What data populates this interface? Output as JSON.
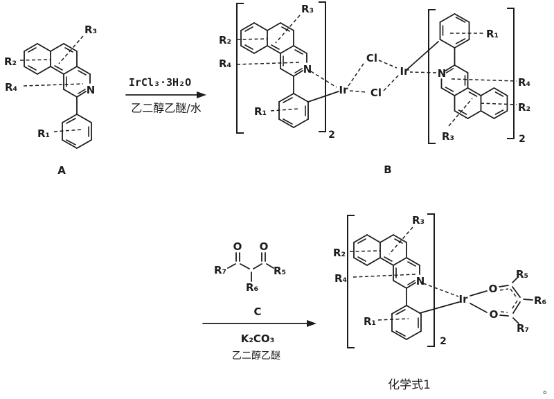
{
  "compounds": {
    "a": "A",
    "b": "B",
    "c": "C",
    "product_formula": "化学式1"
  },
  "atoms": {
    "nitrogen": "N",
    "iridium": "Ir",
    "chlorine": "Cl",
    "oxygen": "O"
  },
  "substituents": {
    "r1": "R₁",
    "r2": "R₂",
    "r3": "R₃",
    "r4": "R₄",
    "r5": "R₅",
    "r6": "R₆",
    "r7": "R₇"
  },
  "brackets": {
    "subscript": "2"
  },
  "step1": {
    "reagent_above": "IrCl₃·3H₂O",
    "solvent_below": "乙二醇乙醚/水"
  },
  "step2": {
    "base": "K₂CO₃",
    "solvent": "乙二醇乙醚"
  },
  "punctuation": {
    "full_stop": "。"
  },
  "colors": {
    "ink": "#1c1c1c",
    "background": "#ffffff"
  }
}
